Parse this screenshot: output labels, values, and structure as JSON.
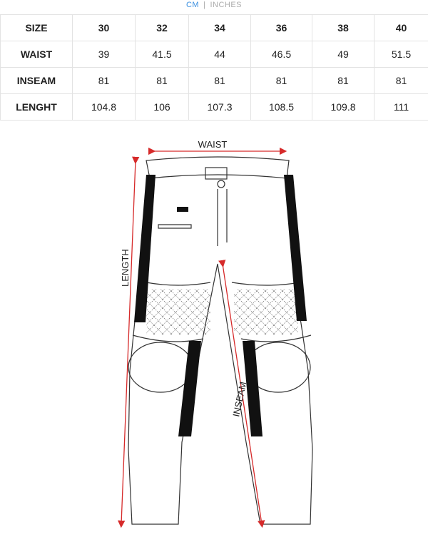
{
  "units": {
    "active": "CM",
    "inactive": "INCHES",
    "separator": "|"
  },
  "table": {
    "rows": [
      {
        "label": "SIZE",
        "values": [
          "30",
          "32",
          "34",
          "36",
          "38",
          "40"
        ]
      },
      {
        "label": "WAIST",
        "values": [
          "39",
          "41.5",
          "44",
          "46.5",
          "49",
          "51.5"
        ]
      },
      {
        "label": "INSEAM",
        "values": [
          "81",
          "81",
          "81",
          "81",
          "81",
          "81"
        ]
      },
      {
        "label": "LENGHT",
        "values": [
          "104.8",
          "106",
          "107.3",
          "108.5",
          "109.8",
          "111"
        ]
      }
    ]
  },
  "diagram": {
    "waist_label": "WAIST",
    "length_label": "LENGTH",
    "inseam_label": "INSEAM",
    "arrow_color": "#d62a2a"
  }
}
